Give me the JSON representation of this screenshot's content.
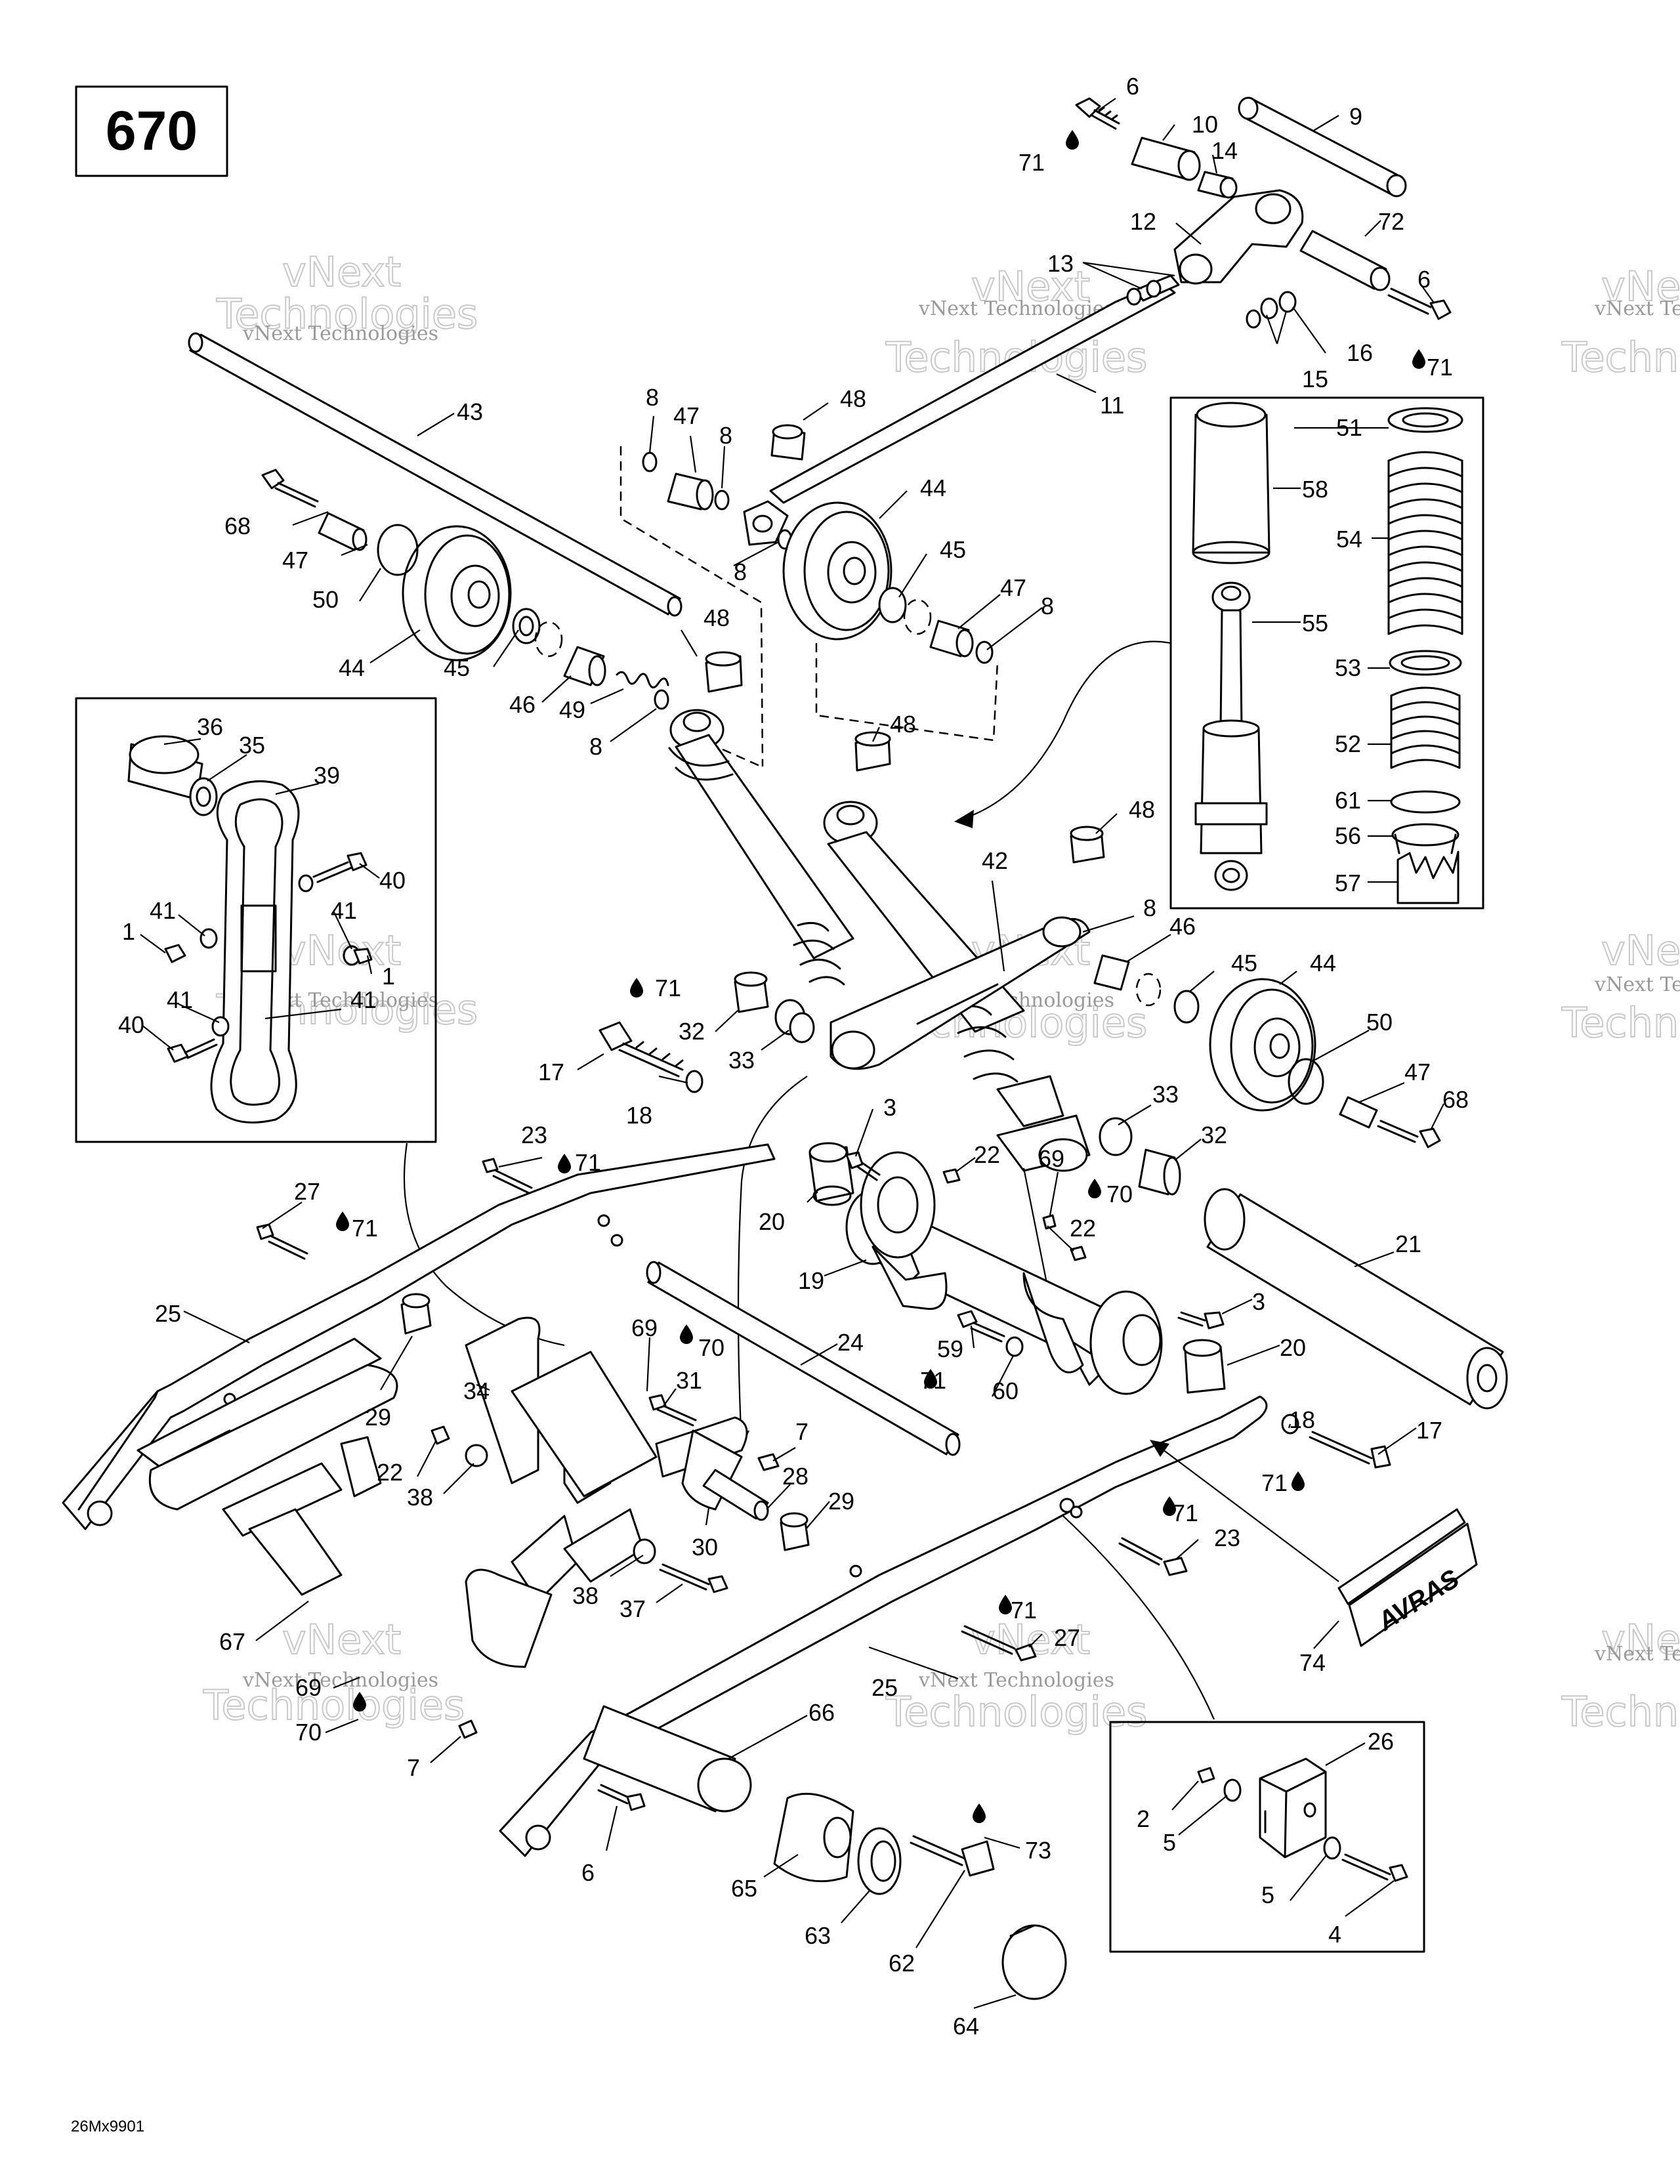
{
  "page_ref": "670",
  "figure_code": "26Mx9901",
  "watermark": {
    "line1": "vNext",
    "line2": "Technologies",
    "full": "vNext Technologies"
  },
  "logo_text": "AVRAS",
  "callouts": {
    "c6a": "6",
    "c10": "10",
    "c9": "9",
    "c71a": "71",
    "c14": "14",
    "c12": "12",
    "c72": "72",
    "c13": "13",
    "c6b": "6",
    "c16": "16",
    "c15": "15",
    "c71b": "71",
    "c11": "11",
    "c43": "43",
    "c8a": "8",
    "c47a": "47",
    "c8b": "8",
    "c48a": "48",
    "c44a": "44",
    "c68a": "68",
    "c47b": "47",
    "c50a": "50",
    "c8c": "8",
    "c45a": "45",
    "c47c": "47",
    "c8d": "8",
    "c44b": "44",
    "c45b": "45",
    "c48b": "48",
    "c46a": "46",
    "c49": "49",
    "c8e": "8",
    "c51": "51",
    "c58": "58",
    "c54": "54",
    "c55": "55",
    "c53": "53",
    "c52": "52",
    "c61": "61",
    "c56": "56",
    "c57": "57",
    "c48c": "48",
    "c48d": "48",
    "c42": "42",
    "c8f": "8",
    "c46b": "46",
    "c45c": "45",
    "c44c": "44",
    "c36": "36",
    "c35": "35",
    "c39": "39",
    "c40a": "40",
    "c41a": "41",
    "c41b": "41",
    "c1a": "1",
    "c1b": "1",
    "c41c": "41",
    "c41d": "41",
    "c40b": "40",
    "c71c": "71",
    "c32a": "32",
    "c33a": "33",
    "c17a": "17",
    "c18a": "18",
    "c50b": "50",
    "c47d": "47",
    "c68b": "68",
    "c3a": "3",
    "c22a": "22",
    "c33b": "33",
    "c32b": "32",
    "c23a": "23",
    "c71d": "71",
    "c69a": "69",
    "c70a": "70",
    "c20a": "20",
    "c22b": "22",
    "c27a": "27",
    "c71e": "71",
    "c21": "21",
    "c19": "19",
    "c25a": "25",
    "c3b": "3",
    "c24": "24",
    "c20b": "20",
    "c69b": "69",
    "c70b": "70",
    "c59": "59",
    "c71f": "71",
    "c60": "60",
    "c34": "34",
    "c31": "31",
    "c29a": "29",
    "c18b": "18",
    "c17b": "17",
    "c7a": "7",
    "c22c": "22",
    "c38a": "38",
    "c28": "28",
    "c71g": "71",
    "c29b": "29",
    "c30": "30",
    "c71h": "71",
    "c23b": "23",
    "c38b": "38",
    "c37": "37",
    "c67": "67",
    "c71i": "71",
    "c27b": "27",
    "c74": "74",
    "c69c": "69",
    "c25b": "25",
    "c70c": "70",
    "c66": "66",
    "c26": "26",
    "c7b": "7",
    "c2": "2",
    "c5a": "5",
    "c5b": "5",
    "c73": "73",
    "c6c": "6",
    "c65": "65",
    "c4": "4",
    "c63": "63",
    "c62": "62",
    "c64": "64"
  }
}
